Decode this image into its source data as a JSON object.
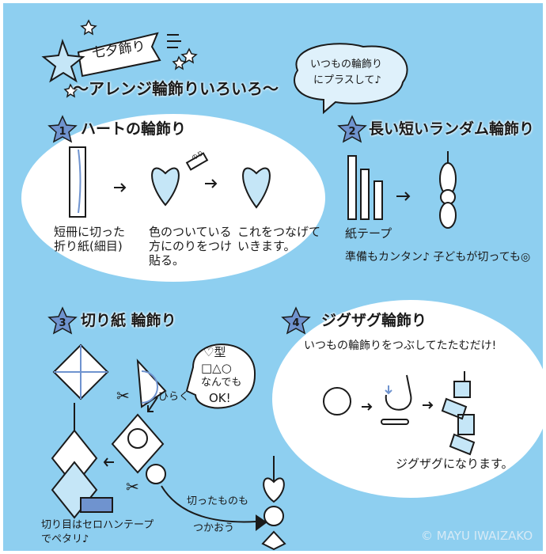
{
  "header": {
    "banner_title": "七夕飾り",
    "subtitle": "～アレンジ輪飾りいろいろ～",
    "speech_bubble": [
      "いつもの輪飾り",
      "にプラスして♪"
    ]
  },
  "sections": [
    {
      "number": "1",
      "title": "ハートの輪飾り",
      "captions": [
        [
          "短冊に切った",
          "折り紙(細目)"
        ],
        [
          "色のついている",
          "方にのりをつけ",
          "貼る。"
        ],
        [
          "これをつなげて",
          "いきます。"
        ]
      ],
      "glue_label": "のり"
    },
    {
      "number": "2",
      "title": "長い短いランダム輪飾り",
      "captions": [
        "紙テープ",
        "準備もカンタン♪ 子どもが切っても◎"
      ]
    },
    {
      "number": "3",
      "title": "切り紙 輪飾り",
      "bubble": [
        "♡型",
        "□△○",
        "なんでも",
        "OK!"
      ],
      "open_label": "ひらく",
      "tape_note": [
        "切り目はセロハンテープ",
        "でペタリ♪"
      ],
      "reuse_note": [
        "切ったものも",
        "つかおう"
      ]
    },
    {
      "number": "4",
      "title": "ジグザグ輪飾り",
      "instruction": "いつもの輪飾りをつぶしてたたむだけ!",
      "result": "ジグザグになります。"
    }
  ],
  "credit": "© MAYU IWAIZAKO",
  "colors": {
    "background": "#8ecff0",
    "accent": "#6f93cf",
    "light_fill": "#c5e6f7",
    "ink": "#1a1a1a"
  }
}
